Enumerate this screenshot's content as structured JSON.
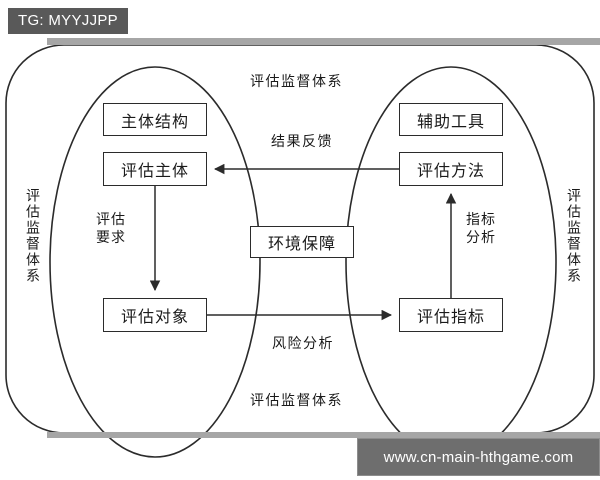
{
  "overlay": {
    "tag_badge": "TG: MYYJJPP",
    "watermark": "www.cn-main-hthgame.com"
  },
  "diagram": {
    "title_top": "评估监督体系",
    "title_bottom": "评估监督体系",
    "title_left": "评估监督体系",
    "title_right": "评估监督体系",
    "nodes": {
      "subject_structure": "主体结构",
      "evaluation_subject": "评估主体",
      "evaluation_object": "评估对象",
      "auxiliary_tools": "辅助工具",
      "evaluation_method": "评估方法",
      "evaluation_indicator": "评估指标",
      "environment_guarantee": "环境保障"
    },
    "edge_labels": {
      "result_feedback": "结果反馈",
      "evaluation_requirement": "评估\n要求",
      "indicator_analysis": "指标\n分析",
      "risk_analysis": "风险分析"
    },
    "style": {
      "stroke": "#2b2b2b",
      "background": "#ffffff",
      "badge_background": "#595959",
      "watermark_background": "#6e6e6e"
    }
  }
}
